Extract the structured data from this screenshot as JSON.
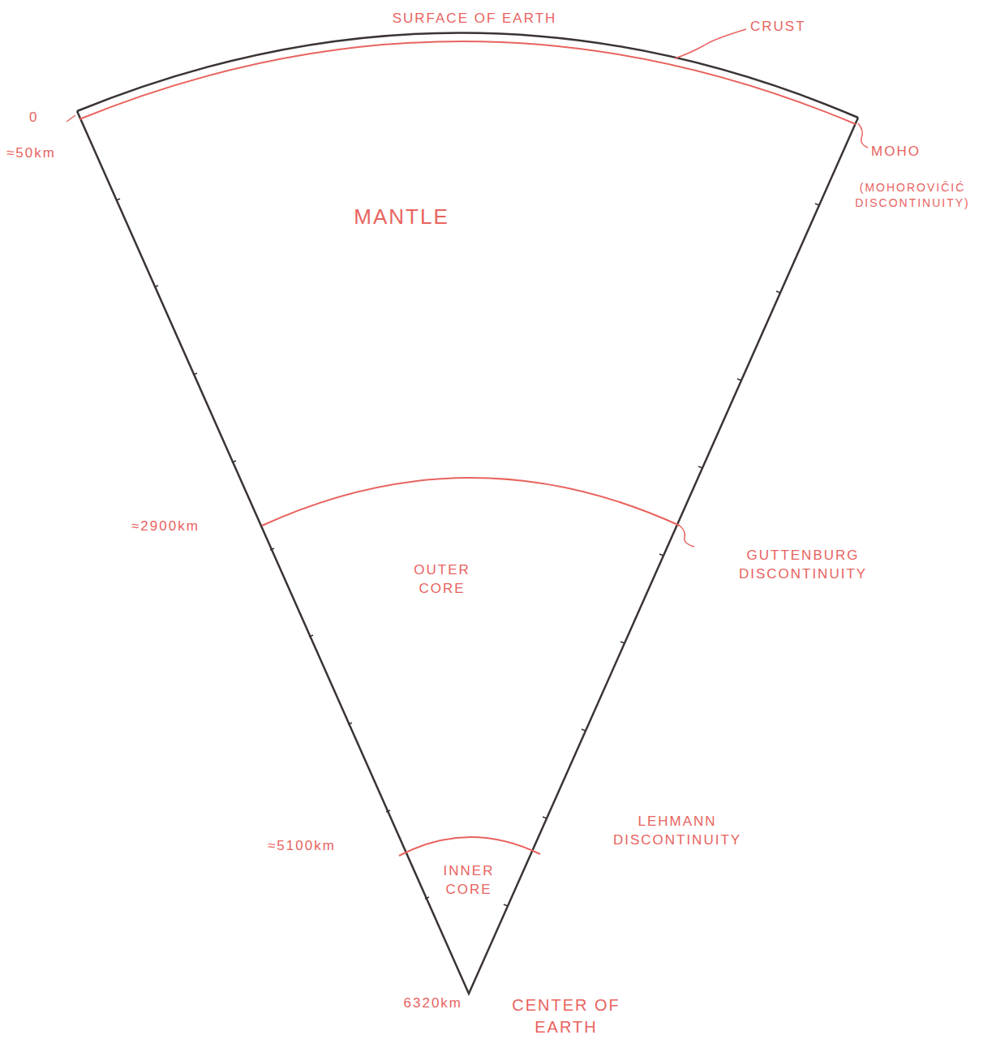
{
  "diagram": {
    "labels": [
      "SURFACE OF EARTH",
      "CRUST",
      "0",
      "≈50km",
      "MOHO",
      "(MOHOROVIČIĆ DISCONTINUITY)",
      "MANTLE",
      "≈2900km",
      "GUTTENBURG DISCONTINUITY",
      "OUTER CORE",
      "≈5100km",
      "INNER CORE",
      "LEHMANN DISCONTINUITY",
      "6320km",
      "CENTER OF EARTH"
    ]
  }
}
